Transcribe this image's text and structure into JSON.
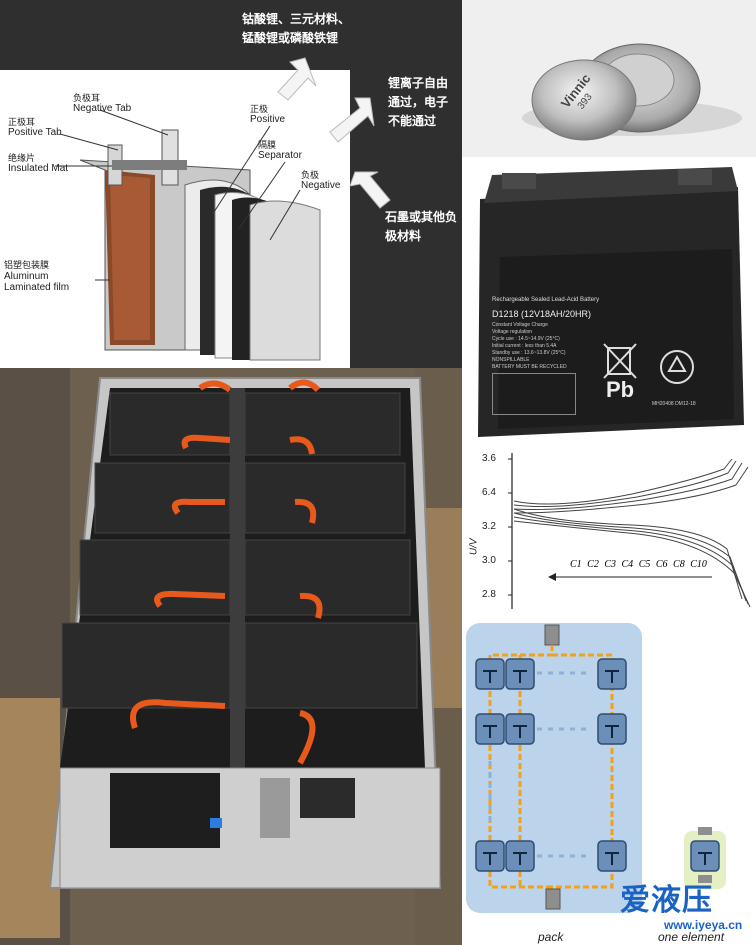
{
  "cell_diagram": {
    "labels": [
      {
        "cn": "负极耳",
        "en": "Negative Tab"
      },
      {
        "cn": "正极耳",
        "en": "Positive Tab"
      },
      {
        "cn": "绝缘片",
        "en": "Insulated Mat"
      },
      {
        "cn": "正极",
        "en": "Positive"
      },
      {
        "cn": "隔膜",
        "en": "Separator"
      },
      {
        "cn": "负极",
        "en": "Negative"
      },
      {
        "cn": "铝塑包装膜",
        "en": "Aluminum\nLaminated film"
      }
    ],
    "annotations": [
      "钴酸锂、三元材料、锰酸锂或磷酸铁锂",
      "锂离子自由通过，电子不能通过",
      "石墨或其他负极材料"
    ]
  },
  "coin_cell": {
    "brand": "Vinnic",
    "model": "393"
  },
  "lead_acid": {
    "title": "Rechargeable Sealed Lead-Acid Battery",
    "model": "D1218 (12V18AH/20HR)",
    "lines": [
      "Constant Voltage Charge",
      "Voltage regulation",
      "Cycle use : 14.5~14.9V (25°C)",
      "Initial current : less than 5.4A",
      "Standby use : 13.6~13.8V (25°C)",
      "NONSPILLABLE",
      "BATTERY MUST BE RECYCLED"
    ],
    "pb": "Pb",
    "code": "MH20408  DM12-18"
  },
  "curve_chart": {
    "ylabel": "U/V",
    "yticks": [
      "3.6",
      "6.4",
      "3.2",
      "3.0",
      "2.8"
    ],
    "cycle_labels": [
      "C1",
      "C2",
      "C3",
      "C4",
      "C5",
      "C6",
      "C8",
      "C10"
    ]
  },
  "pack_diagram": {
    "caption_pack": "pack",
    "caption_element": "one element"
  },
  "watermark": {
    "cn": "爱液压",
    "url": "www.iyeya.cn"
  },
  "colors": {
    "dark_bg": "#2f2f2f",
    "pack_bg": "#bcd3ec",
    "wire": "#f2a21a",
    "cable": "#e85a1c",
    "logo_blue": "#1a62c4"
  }
}
